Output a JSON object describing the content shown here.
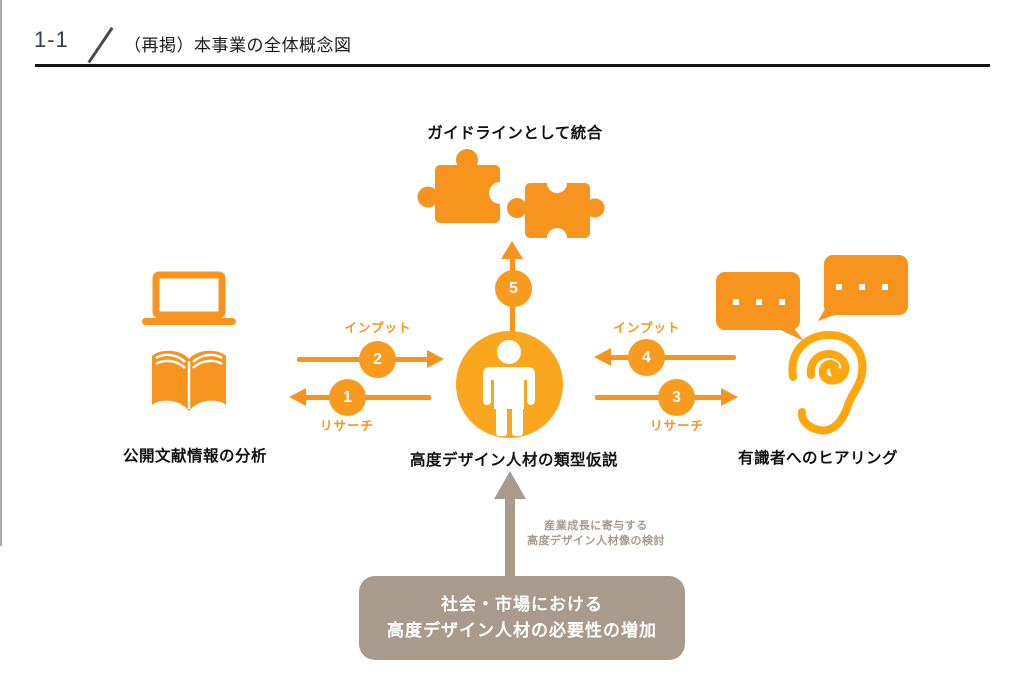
{
  "header": {
    "section_number": "1-1",
    "title": "（再掲）本事業の全体概念図"
  },
  "diagram": {
    "top_label": "ガイドラインとして統合",
    "top_icons": [
      "puzzle-piece-icon",
      "puzzle-piece-icon"
    ],
    "left": {
      "label": "公開文献情報の分析",
      "icons": [
        "laptop-icon",
        "open-book-icon"
      ]
    },
    "center": {
      "label": "高度デザイン人材の類型仮説",
      "icon": "person-icon"
    },
    "right": {
      "label": "有識者へのヒアリング",
      "icons": [
        "speech-bubble-icon",
        "speech-bubble-icon",
        "ear-icon"
      ]
    },
    "flows": {
      "input_left": {
        "label": "インプット",
        "step": "2",
        "direction": "right"
      },
      "research_left": {
        "label": "リサーチ",
        "step": "1",
        "direction": "left"
      },
      "input_right": {
        "label": "インプット",
        "step": "4",
        "direction": "left"
      },
      "research_right": {
        "label": "リサーチ",
        "step": "3",
        "direction": "right"
      },
      "integrate_up": {
        "step": "5",
        "direction": "up"
      }
    },
    "annotation": {
      "line1": "産業成長に寄与する",
      "line2": "高度デザイン人材像の検討"
    },
    "base_box": {
      "line1": "社会・市場における",
      "line2": "高度デザイン人材の必要性の増加"
    }
  },
  "colors": {
    "orange": "#F7941E",
    "orange_light": "#FAA61E",
    "orange_gold": "#FFA60F",
    "taupe": "#A89B8E",
    "text_dark": "#1B1B1B"
  }
}
